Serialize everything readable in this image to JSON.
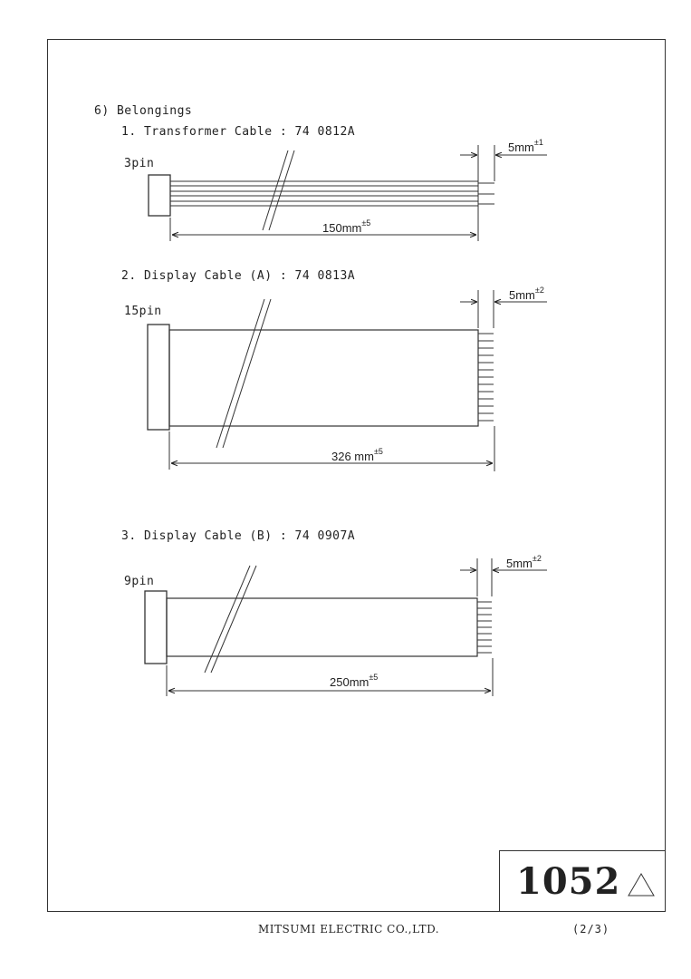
{
  "section": {
    "heading": "6) Belongings"
  },
  "cables": [
    {
      "title": "1. Transformer Cable  : 74 0812A",
      "pin_label": "3pin",
      "length": "150mm",
      "length_tol": "±5",
      "lead": "5mm",
      "lead_tol": "±1"
    },
    {
      "title": "2. Display Cable (A)  : 74 0813A",
      "pin_label": "15pin",
      "length": "326 mm",
      "length_tol": "±5",
      "lead": "5mm",
      "lead_tol": "±2"
    },
    {
      "title": "3. Display Cable (B)  : 74 0907A",
      "pin_label": "9pin",
      "length": "250mm",
      "length_tol": "±5",
      "lead": "5mm",
      "lead_tol": "±2"
    }
  ],
  "stamp": {
    "number": "1052"
  },
  "footer": {
    "company": "MITSUMI ELECTRIC CO.,LTD.",
    "page": "(2/3)"
  }
}
